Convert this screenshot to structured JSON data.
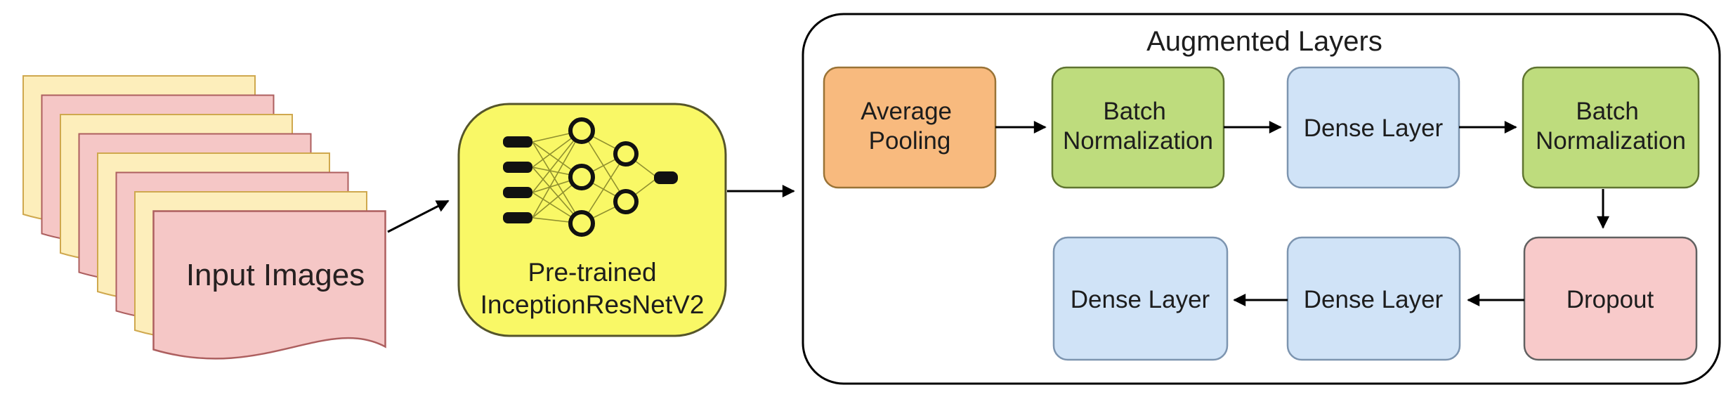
{
  "diagram": {
    "input_stack": {
      "label": "Input Images",
      "sheet_count": 8
    },
    "pretrained_model": {
      "line1": "Pre-trained",
      "line2": "InceptionResNetV2"
    },
    "augmented_layers": {
      "title": "Augmented Layers",
      "average_pooling": {
        "line1": "Average",
        "line2": "Pooling"
      },
      "batch_normalization_1": {
        "line1": "Batch",
        "line2": "Normalization"
      },
      "dense_layer_1": {
        "label": "Dense Layer"
      },
      "batch_normalization_2": {
        "line1": "Batch",
        "line2": "Normalization"
      },
      "dropout": {
        "label": "Dropout"
      },
      "dense_layer_2": {
        "label": "Dense Layer"
      },
      "dense_layer_3": {
        "label": "Dense Layer"
      }
    }
  },
  "colors": {
    "sheet_yellow_fill": "#fdeebb",
    "sheet_yellow_stroke": "#cfa84e",
    "sheet_pink_fill": "#f5c7c6",
    "sheet_pink_stroke": "#ad5f5f",
    "model_yellow_fill": "#f9f866",
    "model_yellow_stroke": "#55552a",
    "orange_fill": "#f8ba7e",
    "orange_stroke": "#9a7336",
    "green_fill": "#bedc7d",
    "green_stroke": "#5f7430",
    "blue_fill": "#d0e3f7",
    "blue_stroke": "#7d95b0",
    "pink_fill": "#f8caca",
    "pink_stroke": "#616161",
    "container_fill": "#ffffff",
    "container_stroke": "#000000",
    "arrow_color": "#000000",
    "nn_line_color": "#90902f",
    "nn_node_color": "#111111"
  }
}
